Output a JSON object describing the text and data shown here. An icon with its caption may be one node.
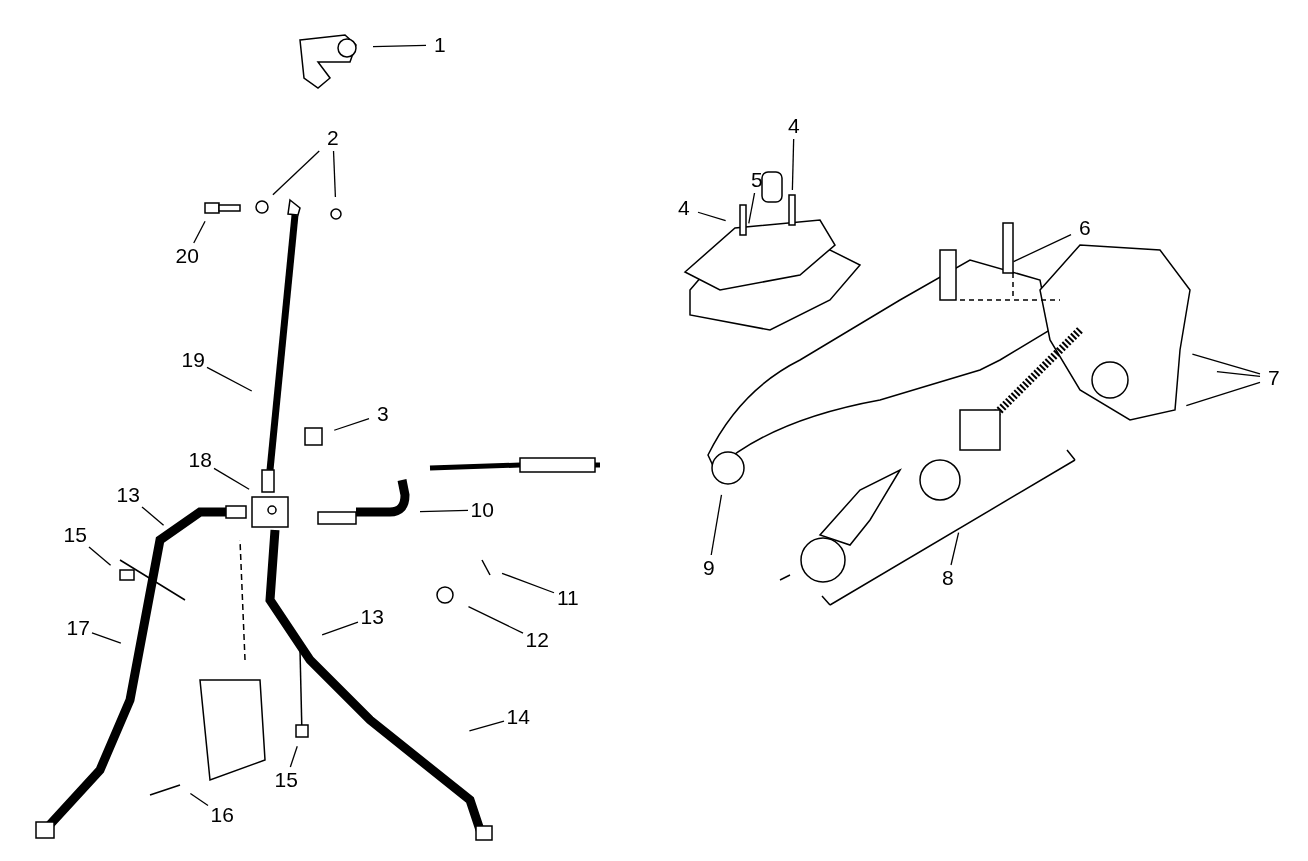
{
  "diagram": {
    "nodes": [
      {
        "text": [
          "1"
        ]
      },
      {
        "text": [
          "2"
        ]
      },
      {
        "text": [
          "4"
        ]
      },
      {
        "text": [
          "5"
        ]
      },
      {
        "text": [
          "4"
        ]
      },
      {
        "text": [
          "20"
        ]
      },
      {
        "text": [
          "6"
        ]
      },
      {
        "text": [
          "19"
        ]
      },
      {
        "text": [
          "3"
        ]
      },
      {
        "text": [
          "7"
        ]
      },
      {
        "text": [
          "18"
        ]
      },
      {
        "text": [
          "13"
        ]
      },
      {
        "text": [
          "10"
        ]
      },
      {
        "text": [
          "15"
        ]
      },
      {
        "text": [
          "11"
        ]
      },
      {
        "text": [
          "8"
        ]
      },
      {
        "text": [
          "9"
        ]
      },
      {
        "text": [
          "17"
        ]
      },
      {
        "text": [
          "12"
        ]
      },
      {
        "text": [
          "13"
        ]
      },
      {
        "text": [
          "14"
        ]
      },
      {
        "text": [
          "15"
        ]
      },
      {
        "text": [
          "16"
        ]
      }
    ],
    "edges": [
      {
        "from": 0,
        "to": null,
        "arrow": "none"
      },
      {
        "from": 1,
        "to": null,
        "arrow": "none"
      },
      {
        "from": 1,
        "to": null,
        "arrow": "none"
      },
      {
        "from": 5,
        "to": null,
        "arrow": "none"
      },
      {
        "from": 7,
        "to": null,
        "arrow": "none"
      },
      {
        "from": 8,
        "to": null,
        "arrow": "none"
      },
      {
        "from": 10,
        "to": null,
        "arrow": "none"
      },
      {
        "from": 11,
        "to": null,
        "arrow": "none"
      },
      {
        "from": 13,
        "to": null,
        "arrow": "none"
      },
      {
        "from": 17,
        "to": null,
        "arrow": "none"
      },
      {
        "from": 12,
        "to": null,
        "arrow": "none"
      },
      {
        "from": 14,
        "to": null,
        "arrow": "none"
      },
      {
        "from": 18,
        "to": null,
        "arrow": "none"
      },
      {
        "from": 19,
        "to": null,
        "arrow": "none"
      },
      {
        "from": 20,
        "to": null,
        "arrow": "none"
      },
      {
        "from": 21,
        "to": null,
        "arrow": "none"
      },
      {
        "from": 22,
        "to": null,
        "arrow": "none"
      },
      {
        "from": 2,
        "to": null,
        "arrow": "none"
      },
      {
        "from": 3,
        "to": null,
        "arrow": "none"
      },
      {
        "from": 4,
        "to": null,
        "arrow": "none"
      },
      {
        "from": 6,
        "to": null,
        "arrow": "none"
      },
      {
        "from": 9,
        "to": null,
        "arrow": "none"
      },
      {
        "from": 9,
        "to": null,
        "arrow": "none"
      },
      {
        "from": 9,
        "to": null,
        "arrow": "none"
      },
      {
        "from": 15,
        "to": null,
        "arrow": "none"
      },
      {
        "from": 16,
        "to": null,
        "arrow": "none"
      }
    ]
  }
}
